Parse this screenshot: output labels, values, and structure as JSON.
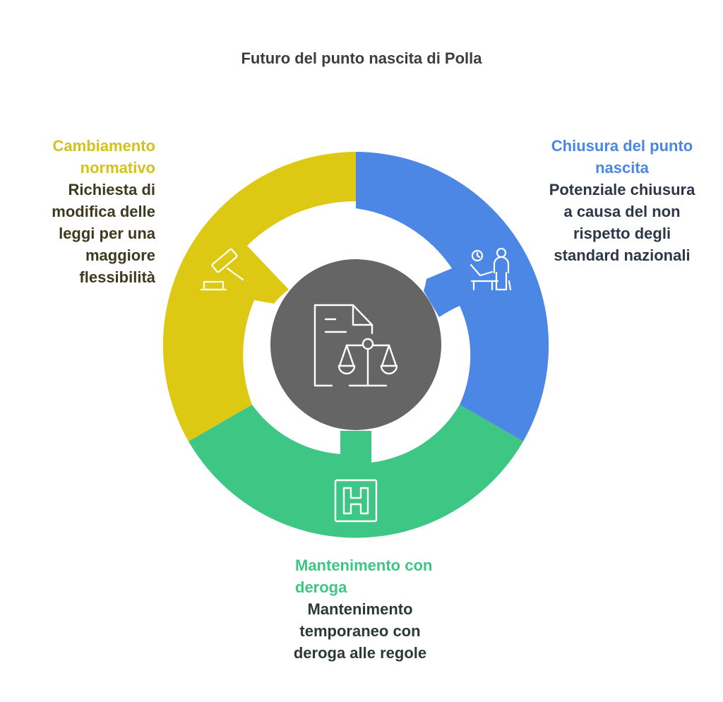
{
  "title": "Futuro del punto nascita di Polla",
  "center_icon": "legal-document-scales-icon",
  "colors": {
    "yellow": "#DDC914",
    "blue": "#4C87E6",
    "green": "#3DC684",
    "center": "#656565",
    "yellow_text": "#D4C21A",
    "blue_text": "#4A86E4",
    "green_text": "#3DC684",
    "dark_text_olive": "#3F3A1E",
    "dark_text_navy": "#2D3748",
    "dark_text_green": "#2D3A34"
  },
  "segments": {
    "left": {
      "heading": "Cambiamento normativo",
      "description": "Richiesta di modifica delle leggi per una maggiore flessibilità",
      "icon": "gavel-icon"
    },
    "right": {
      "heading": "Chiusura del punto nascita",
      "description": "Potenziale chiusura a causa del non rispetto degli standard nazionali",
      "icon": "meeting-timer-icon"
    },
    "bottom": {
      "heading": "Mantenimento con deroga",
      "description": "Mantenimento temporaneo con deroga alle regole",
      "icon": "hospital-icon"
    }
  }
}
